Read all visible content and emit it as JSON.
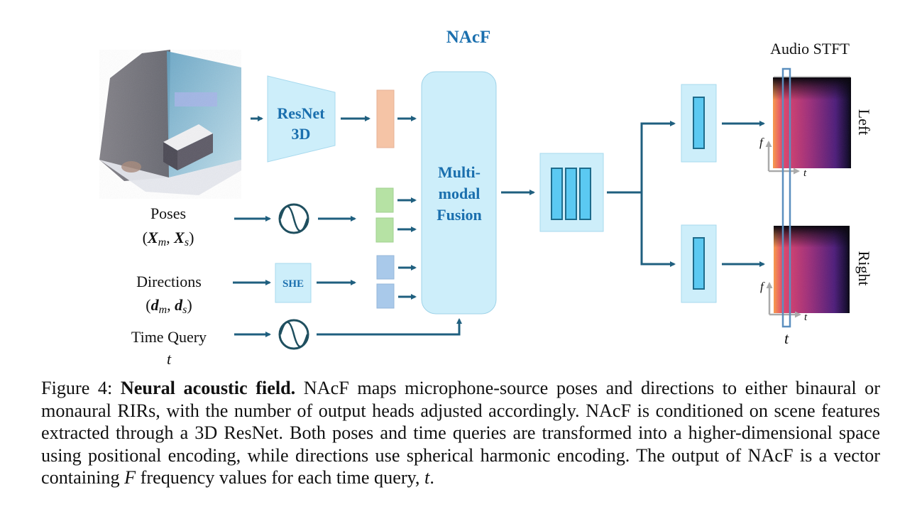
{
  "diagram": {
    "title": "NAcF",
    "encoder": {
      "label_line1": "ResNet",
      "label_line2": "3D"
    },
    "fusion": {
      "label_line1": "Multi-",
      "label_line2": "modal",
      "label_line3": "Fusion"
    },
    "she": {
      "label": "SHE"
    },
    "inputs": {
      "poses": {
        "label": "Poses",
        "math_open": "(",
        "math_x": "X",
        "math_m": "m",
        "math_comma": ", ",
        "math_x2": "X",
        "math_s": "s",
        "math_close": ")"
      },
      "directions": {
        "label": "Directions",
        "math_open": "(",
        "math_d": "d",
        "math_m": "m",
        "math_comma": ", ",
        "math_d2": "d",
        "math_s": "s",
        "math_close": ")"
      },
      "time_query": {
        "label": "Time Query",
        "math_t": "t"
      }
    },
    "output": {
      "title": "Audio STFT",
      "left_label": "Left",
      "right_label": "Right",
      "axis_f": "f",
      "axis_t": "t",
      "time_slice_label": "t"
    },
    "icons": {
      "scene": "room-point-cloud-image",
      "positional_encoding": "sine-wave-circle-icon",
      "spectrogram": "spectrogram-heatmap"
    },
    "colors": {
      "arrow": "#1f5f7f",
      "box_fill": "#cdeefa",
      "box_stroke": "#8fcde6",
      "label_blue": "#1a6fae",
      "feature_scene": "#f5c4a6",
      "feature_pose": "#b6e2a4",
      "feature_dir": "#a9c9ea",
      "head_bar": "#5bc9f2",
      "head_bar_stroke": "#1e6c8c",
      "slice_outline": "#5b8fbf",
      "axis_gray": "#aaaaaa"
    }
  },
  "caption": {
    "label": "Figure 4:",
    "title": "Neural acoustic field.",
    "text_part1": " NAcF maps microphone-source poses and directions to either binaural or monaural RIRs, with the number of output heads adjusted accordingly. NAcF is conditioned on scene features extracted through a 3D ResNet.  Both poses and time queries are transformed into a higher-dimensional space using positional encoding, while directions use spherical harmonic encoding. The output of NAcF is a vector containing ",
    "math_F": "F",
    "text_part2": " frequency values for each time query, ",
    "math_t": "t",
    "text_end": "."
  }
}
